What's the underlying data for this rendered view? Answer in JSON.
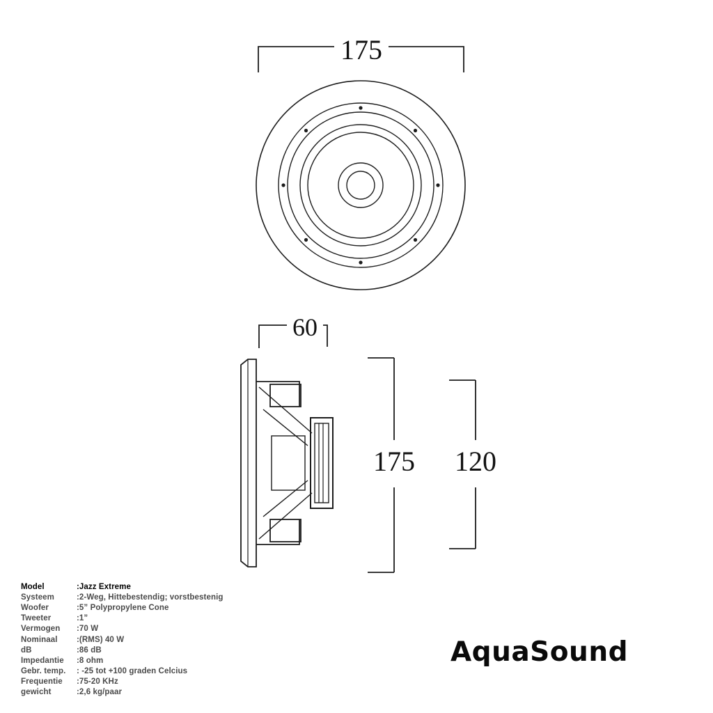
{
  "diagram": {
    "top_view": {
      "width_dim": "175"
    },
    "side_view": {
      "depth_dim": "60",
      "diameter_dim": "175",
      "cutout_dim": "120"
    }
  },
  "specs": {
    "rows": [
      {
        "label": "Model",
        "value": ":Jazz Extreme"
      },
      {
        "label": "Systeem",
        "value": ":2-Weg, Hittebestendig; vorstbestenig"
      },
      {
        "label": "Woofer",
        "value": ":5” Polypropylene Cone"
      },
      {
        "label": "Tweeter",
        "value": ":1”"
      },
      {
        "label": "Vermogen",
        "value": ":70 W"
      },
      {
        "label": "Nominaal",
        "value": ":(RMS) 40 W"
      },
      {
        "label": "dB",
        "value": ":86 dB"
      },
      {
        "label": "Impedantie",
        "value": ":8 ohm"
      },
      {
        "label": "Gebr. temp.",
        "value": ": -25 tot +100 graden Celcius"
      },
      {
        "label": "Frequentie",
        "value": ":75-20 KHz"
      },
      {
        "label": "gewicht",
        "value": ":2,6 kg/paar"
      }
    ]
  },
  "brand": {
    "logo": "AquaSound"
  }
}
